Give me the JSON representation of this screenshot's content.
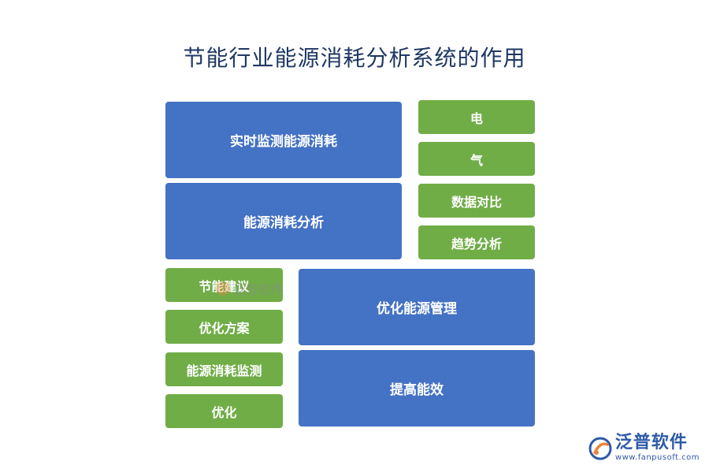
{
  "title": "节能行业能源消耗分析系统的作用",
  "colors": {
    "primary_box": "#4472c4",
    "secondary_box": "#70ad47",
    "title_text": "#1f3864",
    "brand": "#2e5aa8"
  },
  "blue_boxes": [
    {
      "label": "实时监测能源消耗"
    },
    {
      "label": "能源消耗分析"
    },
    {
      "label": "优化能源管理"
    },
    {
      "label": "提高能效"
    }
  ],
  "green_boxes_right": [
    {
      "label": "电"
    },
    {
      "label": "气"
    },
    {
      "label": "数据对比"
    },
    {
      "label": "趋势分析"
    }
  ],
  "green_boxes_left": [
    {
      "label": "节能建议"
    },
    {
      "label": "优化方案"
    },
    {
      "label": "能源消耗监测"
    },
    {
      "label": "优化"
    }
  ],
  "watermark": {
    "text": "泛普软件"
  },
  "brand": {
    "name": "泛普软件",
    "url": "www.fanpusoft.com",
    "icon": "fanpu-logo-icon"
  }
}
